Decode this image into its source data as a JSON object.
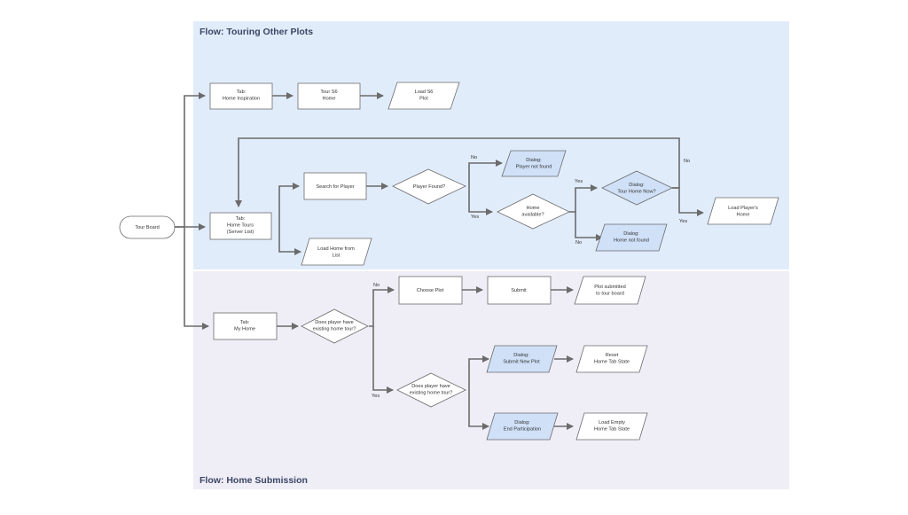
{
  "frames": {
    "touring": {
      "title": "Flow: Touring Other Plots",
      "fill": "#e1ecfb"
    },
    "submission": {
      "title": "Flow: Home Submission",
      "fill": "#efedf6"
    }
  },
  "colors": {
    "node_fill": "#ffffff",
    "dialog_fill": "#cfe0f7",
    "stroke": "#6b6b6b"
  },
  "nodes": {
    "tour_board": [
      "Tour Board"
    ],
    "tab_home_inspiration": [
      "Tab:",
      "Home Inspiration"
    ],
    "tour_s6_home": [
      "Tour S6",
      "Home"
    ],
    "load_s6_plot": [
      "Load S6",
      "Plot"
    ],
    "tab_home_tours": [
      "Tab:",
      "Home Tours",
      "(Server List)"
    ],
    "search_for_player": [
      "Search for Player"
    ],
    "player_found": [
      "Player Found?"
    ],
    "dialog_player_not_found": [
      "Dialog:",
      "Player not found"
    ],
    "home_available": [
      "Home",
      "available?"
    ],
    "dialog_tour_home_now": [
      "Dialog:",
      "Tour Home Now?"
    ],
    "dialog_home_not_found": [
      "Dialog:",
      "Home not found"
    ],
    "load_players_home": [
      "Load Player's",
      "Home"
    ],
    "load_home_from_list": [
      "Load Home from",
      "List"
    ],
    "tab_my_home": [
      "Tab:",
      "My Home"
    ],
    "does_player_have_1": [
      "Does player have",
      "existing home tour?"
    ],
    "choose_plot": [
      "Choose Plot"
    ],
    "submit": [
      "Submit"
    ],
    "plot_submitted": [
      "Plot submitted",
      "to tour board"
    ],
    "does_player_have_2": [
      "Does player have",
      "existing home tour?"
    ],
    "dialog_submit_new_plot": [
      "Dialog:",
      "Submit New Plot"
    ],
    "reset_home_tab_state": [
      "Reset",
      "Home Tab State"
    ],
    "dialog_end_participation": [
      "Dialog:",
      "End Participation"
    ],
    "load_empty_home_tab_state": [
      "Load Empty",
      "Home Tab State"
    ]
  },
  "edge_labels": {
    "pf_no": "No",
    "pf_yes": "Yes",
    "ha_yes": "Yes",
    "ha_no": "No",
    "tour_no": "No",
    "tour_yes": "Yes",
    "exist1_no": "No",
    "exist1_yes": "Yes"
  }
}
